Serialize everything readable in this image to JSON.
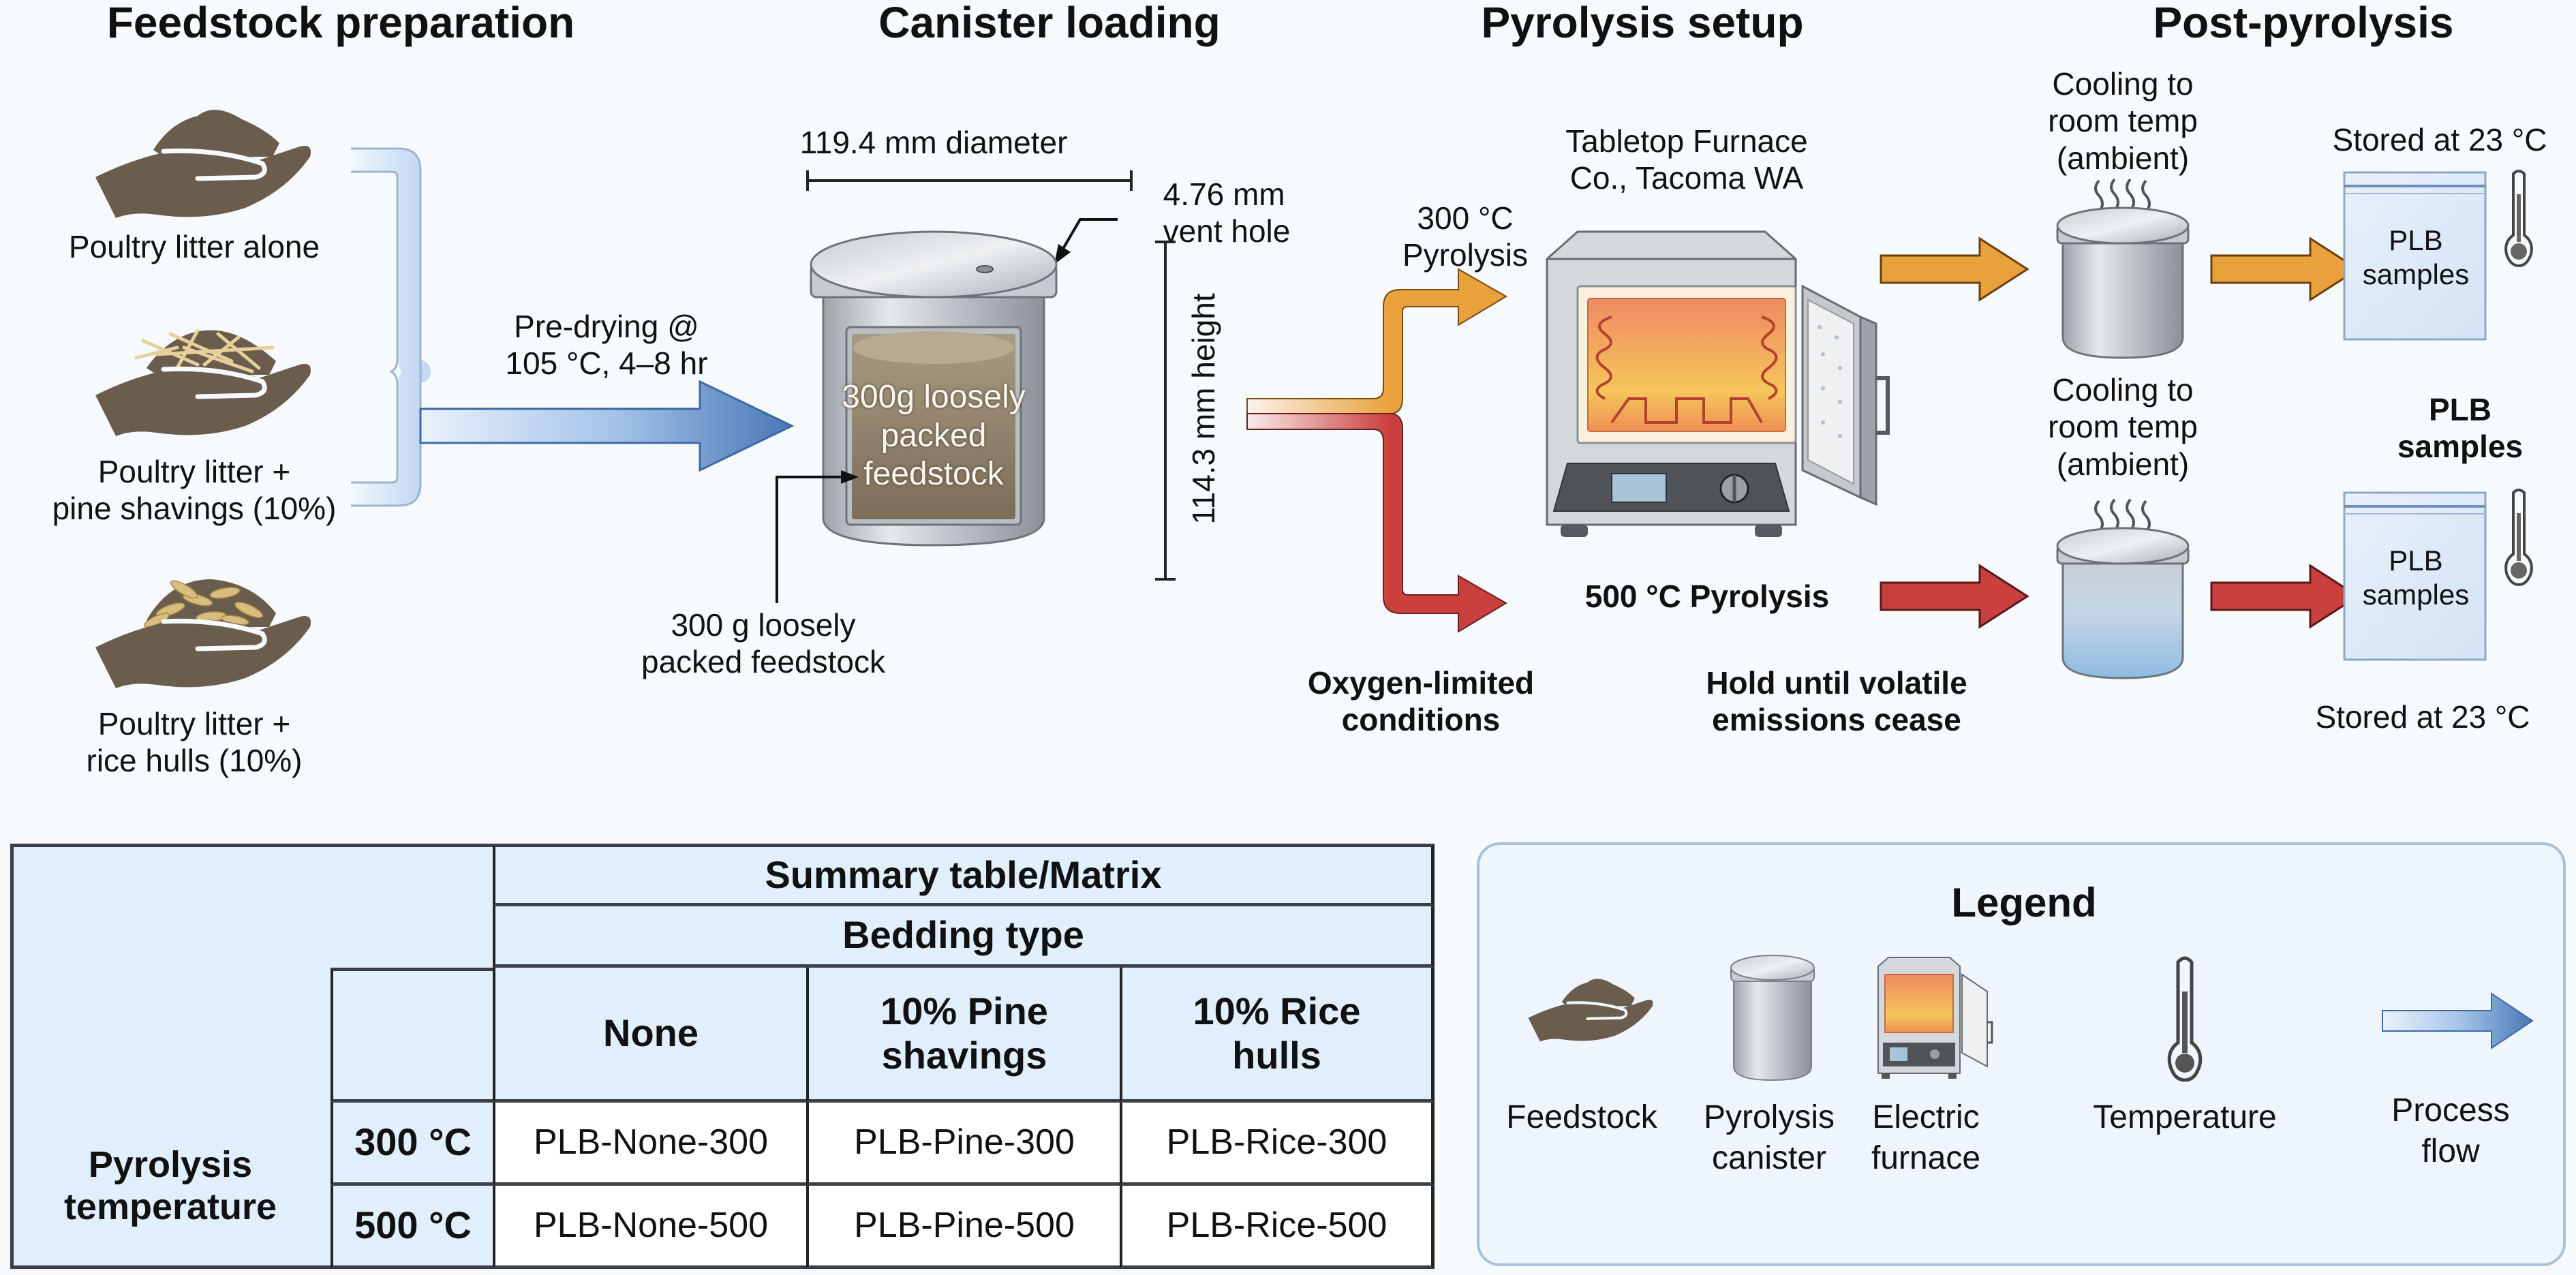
{
  "sections": {
    "feedstock": "Feedstock preparation",
    "canister": "Canister loading",
    "pyrolysis": "Pyrolysis setup",
    "post": "Post-pyrolysis"
  },
  "feedstocks": [
    {
      "line1": "Poultry litter alone",
      "line2": ""
    },
    {
      "line1": "Poultry litter +",
      "line2": "pine shavings (10%)"
    },
    {
      "line1": "Poultry litter +",
      "line2": "rice hulls (10%)"
    }
  ],
  "predrying": {
    "line1": "Pre-drying @",
    "line2": "105 °C, 4–8 hr"
  },
  "canister": {
    "diameter": "119.4 mm diameter",
    "vent_line1": "4.76 mm",
    "vent_line2": "vent hole",
    "height": "114.3 mm height",
    "inside_line1": "300g loosely",
    "inside_line2": "packed",
    "inside_line3": "feedstock",
    "callout_line1": "300 g loosely",
    "callout_line2": "packed feedstock"
  },
  "pyrolysis": {
    "furnace_line1": "Tabletop Furnace",
    "furnace_line2": "Co., Tacoma WA",
    "branch300_line1": "300 °C",
    "branch300_line2": "Pyrolysis",
    "branch500": "500 °C Pyrolysis",
    "oxygen_line1": "Oxygen-limited",
    "oxygen_line2": "conditions",
    "hold_line1": "Hold until volatile",
    "hold_line2": "emissions cease"
  },
  "post": {
    "cooling_line1": "Cooling to",
    "cooling_line2": "room temp",
    "cooling_line3": "(ambient)",
    "stored": "Stored at 23 °C",
    "bag_line1": "PLB",
    "bag_line2": "samples",
    "middle_line1": "PLB",
    "middle_line2": "samples"
  },
  "colors": {
    "flow_blue": "#4a78b5",
    "flow_300": "#e9a23b",
    "flow_500": "#c9403f",
    "feedstock_brown": "#6b5d4d",
    "header_bg": "#e1effd"
  },
  "table": {
    "title": "Summary table/Matrix",
    "subtitle": "Bedding type",
    "row_header_line1": "Pyrolysis",
    "row_header_line2": "temperature",
    "columns": [
      {
        "line1": "None",
        "line2": ""
      },
      {
        "line1": "10% Pine",
        "line2": "shavings"
      },
      {
        "line1": "10% Rice",
        "line2": "hulls"
      }
    ],
    "rows": [
      {
        "temp": "300 °C",
        "cells": [
          "PLB-None-300",
          "PLB-Pine-300",
          "PLB-Rice-300"
        ]
      },
      {
        "temp": "500 °C",
        "cells": [
          "PLB-None-500",
          "PLB-Pine-500",
          "PLB-Rice-500"
        ]
      }
    ]
  },
  "legend": {
    "title": "Legend",
    "items": [
      {
        "icon": "feedstock-hand-icon",
        "line1": "Feedstock",
        "line2": ""
      },
      {
        "icon": "canister-icon",
        "line1": "Pyrolysis",
        "line2": "canister"
      },
      {
        "icon": "furnace-icon",
        "line1": "Electric",
        "line2": "furnace"
      },
      {
        "icon": "thermometer-icon",
        "line1": "Temperature",
        "line2": ""
      },
      {
        "icon": "arrow-right-icon",
        "line1": "Process",
        "line2": "flow"
      }
    ]
  }
}
